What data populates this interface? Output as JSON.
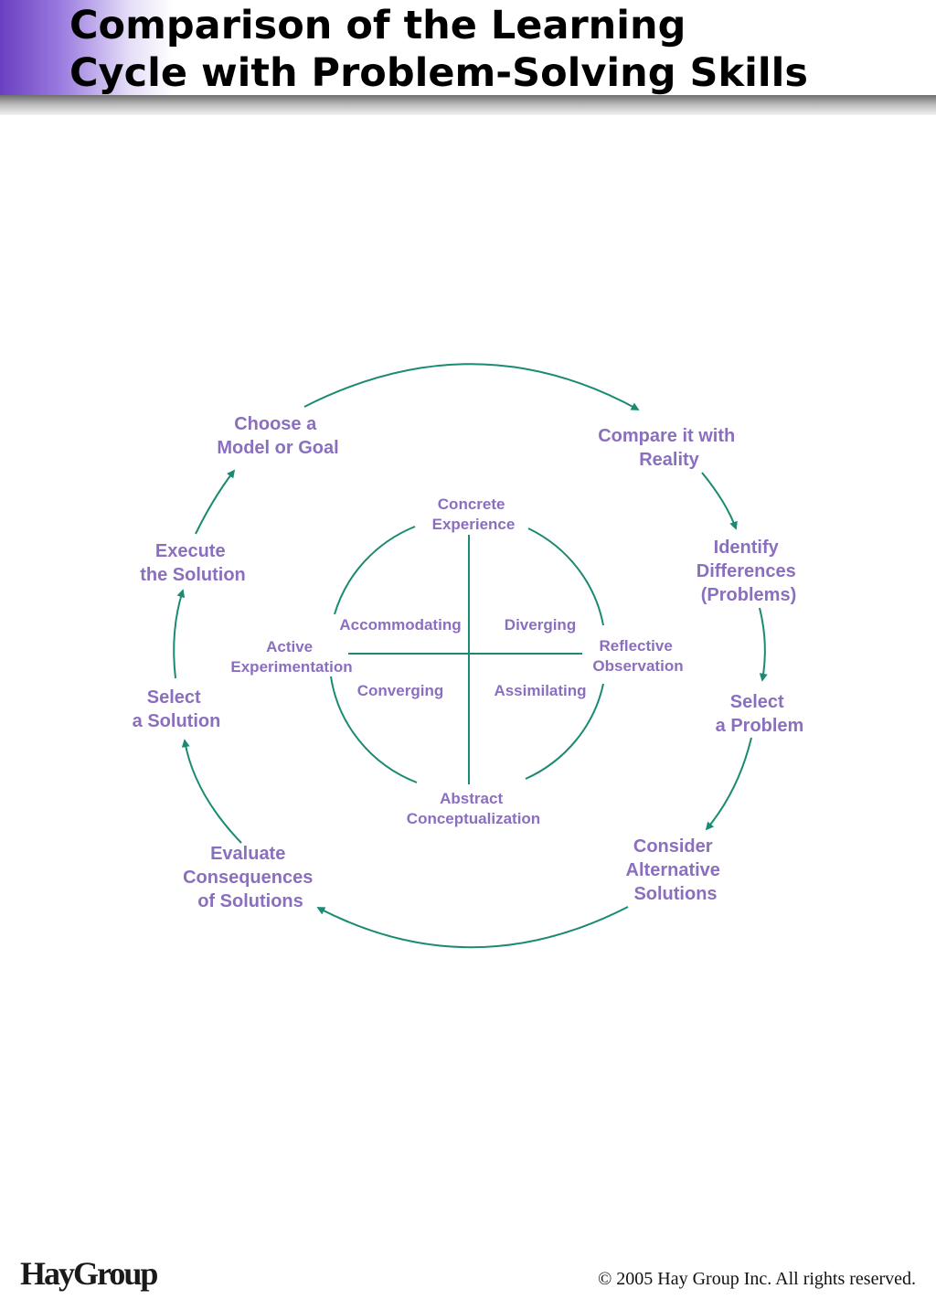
{
  "header": {
    "title_line1": "Comparison of the Learning",
    "title_line2": "Cycle with Problem-Solving Skills"
  },
  "diagram": {
    "colors": {
      "arrow": "#1a8a72",
      "label": "#8b6fbf"
    },
    "outer_cycle": [
      {
        "lines": [
          "Choose a",
          "Model or Goal"
        ]
      },
      {
        "lines": [
          "Compare it with",
          "Reality"
        ]
      },
      {
        "lines": [
          "Identify",
          "Differences",
          "(Problems)"
        ]
      },
      {
        "lines": [
          "Select",
          "a Problem"
        ]
      },
      {
        "lines": [
          "Consider",
          "Alternative",
          "Solutions"
        ]
      },
      {
        "lines": [
          "Evaluate",
          "Consequences",
          "of Solutions"
        ]
      },
      {
        "lines": [
          "Select",
          "a Solution"
        ]
      },
      {
        "lines": [
          "Execute",
          "the Solution"
        ]
      }
    ],
    "inner_cycle": {
      "top": [
        "Concrete",
        "Experience"
      ],
      "right": [
        "Reflective",
        "Observation"
      ],
      "bottom": [
        "Abstract",
        "Conceptualization"
      ],
      "left": [
        "Active",
        "Experimentation"
      ],
      "quadrants": {
        "top_left": "Accommodating",
        "top_right": "Diverging",
        "bottom_left": "Converging",
        "bottom_right": "Assimilating"
      }
    }
  },
  "footer": {
    "logo": "HayGroup",
    "copyright": "© 2005 Hay Group Inc. All rights reserved."
  }
}
